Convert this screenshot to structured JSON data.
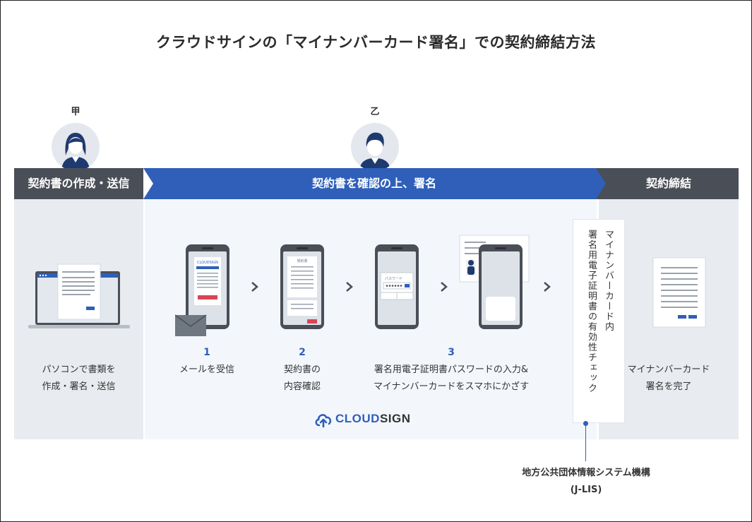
{
  "title": "クラウドサインの「マイナンバーカード署名」での契約締結方法",
  "parties": {
    "a": "甲",
    "b": "乙"
  },
  "phases": {
    "create": "契約書の作成・送信",
    "confirm": "契約書を確認の上、署名",
    "conclude": "契約締結"
  },
  "left_caption": [
    "パソコンで書類を",
    "作成・署名・送信"
  ],
  "steps": [
    {
      "num": "1",
      "lines": [
        "メールを受信"
      ]
    },
    {
      "num": "2",
      "lines": [
        "契約書の",
        "内容確認"
      ]
    },
    {
      "num": "3",
      "lines": [
        "署名用電子証明書パスワードの入力&",
        "マイナンバーカードをスマホにかざす"
      ]
    }
  ],
  "phone_screens": {
    "email_brand": "CLOUDSIGN",
    "contract_label": "契約書",
    "password_label": "パスワード"
  },
  "check": {
    "line1": "マイナンバーカード内",
    "line2": "署名用電子証明書の有効性チェック"
  },
  "jlis": {
    "name": "地方公共団体情報システム機構",
    "abbr": "(J-LIS)"
  },
  "right_caption": [
    "マイナンバーカード",
    "署名を完了"
  ],
  "logo": {
    "cloud": "CLOUD",
    "sign": "SIGN"
  },
  "colors": {
    "dark": "#4a4f57",
    "blue": "#2f5fb9",
    "red": "#d94657",
    "panel": "#e8ebef",
    "panel_mid": "#f3f7fc"
  }
}
